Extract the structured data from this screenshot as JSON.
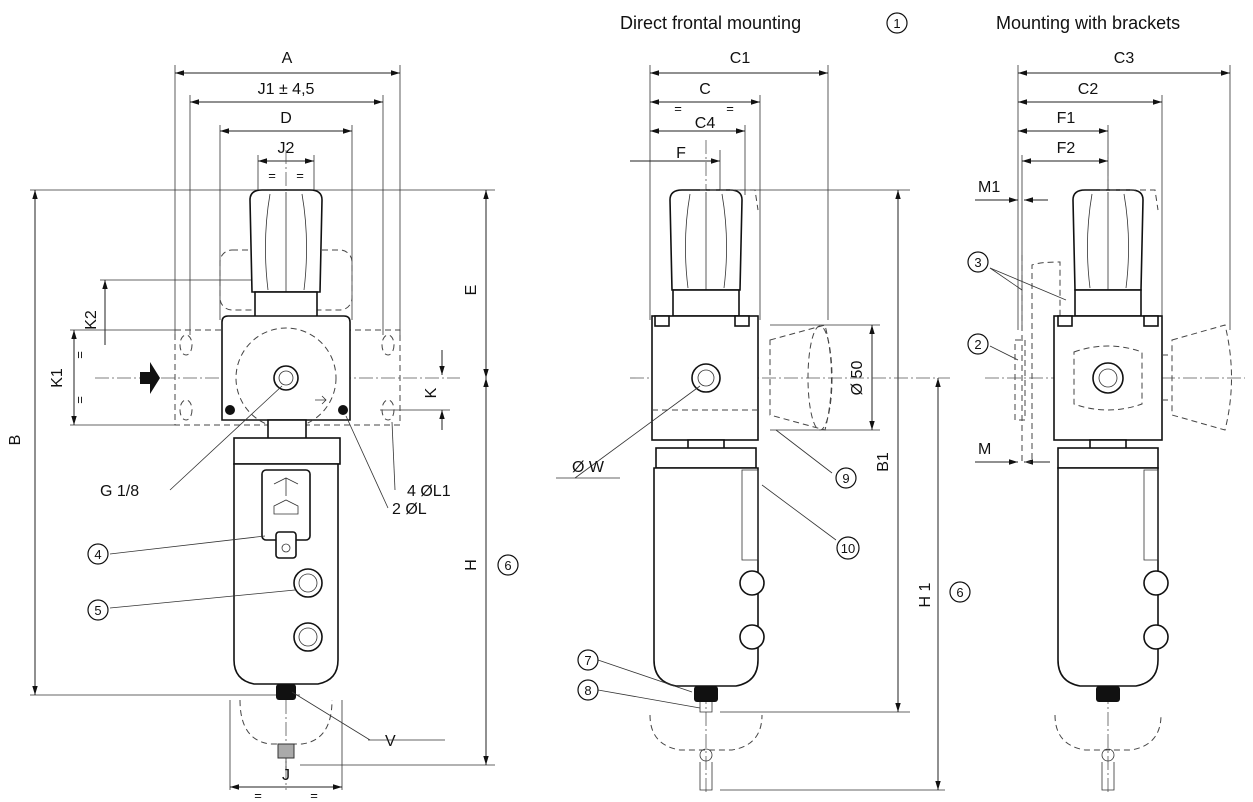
{
  "titles": {
    "frontal": "Direct frontal mounting",
    "frontal_ref": "1",
    "brackets": "Mounting with brackets"
  },
  "labels": {
    "A": "A",
    "J1": "J1 ± 4,5",
    "D": "D",
    "J2": "J2",
    "B": "B",
    "E": "E",
    "H": "H",
    "K": "K",
    "K1": "K1",
    "K2": "K2",
    "J": "J",
    "V": "V",
    "G": "G 1/8",
    "L": "2 ØL",
    "L1": "4 ØL1",
    "C1": "C1",
    "C": "C",
    "C4": "C4",
    "F": "F",
    "W": "Ø W",
    "B1": "B1",
    "H1": "H 1",
    "D50": "Ø 50",
    "C3": "C3",
    "C2": "C2",
    "F1": "F1",
    "F2": "F2",
    "M1": "M1",
    "M": "M",
    "eq": "="
  },
  "callouts": [
    "2",
    "3",
    "4",
    "5",
    "6",
    "7",
    "8",
    "9",
    "10"
  ]
}
